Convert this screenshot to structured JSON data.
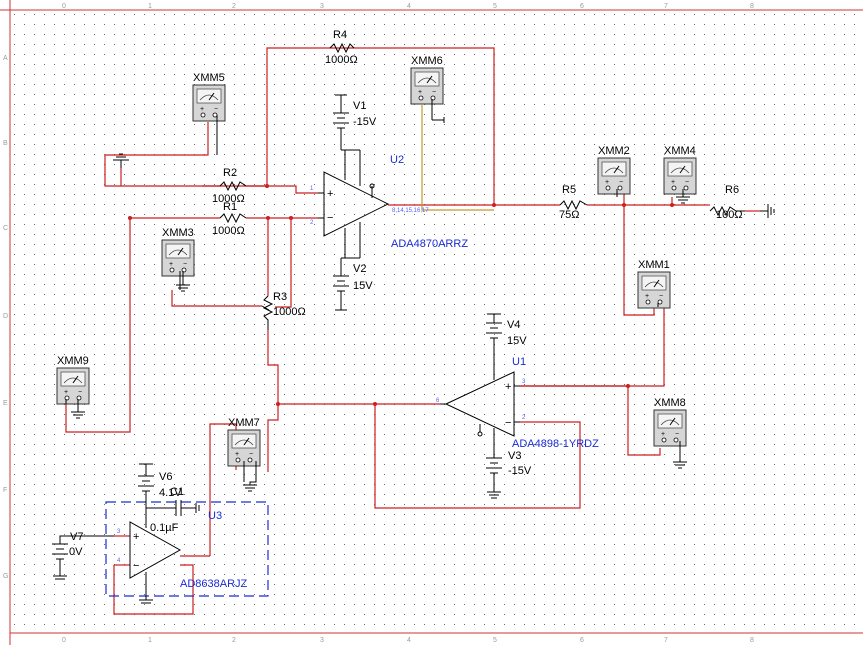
{
  "ruler": {
    "columns": [
      "0",
      "1",
      "2",
      "3",
      "4",
      "5",
      "6",
      "7",
      "8"
    ],
    "rows": [
      "A",
      "B",
      "C",
      "D",
      "E",
      "F",
      "G"
    ]
  },
  "components": {
    "r4": {
      "ref": "R4",
      "value": "1000Ω"
    },
    "r2": {
      "ref": "R2",
      "value": "1000Ω"
    },
    "r1": {
      "ref": "R1",
      "value": "1000Ω"
    },
    "r3": {
      "ref": "R3",
      "value": "1000Ω"
    },
    "r5": {
      "ref": "R5",
      "value": "75Ω"
    },
    "r6": {
      "ref": "R6",
      "value": "100Ω"
    },
    "v1": {
      "ref": "V1",
      "value": "-15V"
    },
    "v2": {
      "ref": "V2",
      "value": "15V"
    },
    "v3": {
      "ref": "V3",
      "value": "-15V"
    },
    "v4": {
      "ref": "V4",
      "value": "15V"
    },
    "v6": {
      "ref": "V6",
      "value": "4.1V"
    },
    "v7": {
      "ref": "V7",
      "value": "0V"
    },
    "c1": {
      "ref": "C1",
      "value": "0.1µF"
    },
    "u1": {
      "ref": "U1",
      "part": "ADA4898-1YRDZ"
    },
    "u2": {
      "ref": "U2",
      "part": "ADA4870ARRZ"
    },
    "u3": {
      "ref": "U3",
      "part": "AD8638ARJZ"
    }
  },
  "meters": [
    "XMM1",
    "XMM2",
    "XMM3",
    "XMM4",
    "XMM5",
    "XMM6",
    "XMM7",
    "XMM8",
    "XMM9"
  ],
  "pins": {
    "u2_in_plus": "1",
    "u2_in_minus": "2",
    "u2_out": "8,14,15,16,17",
    "u1_in_plus": "3",
    "u1_in_minus": "2",
    "u1_out": "6",
    "u3_in_plus": "3",
    "u3_in_minus": "4"
  }
}
